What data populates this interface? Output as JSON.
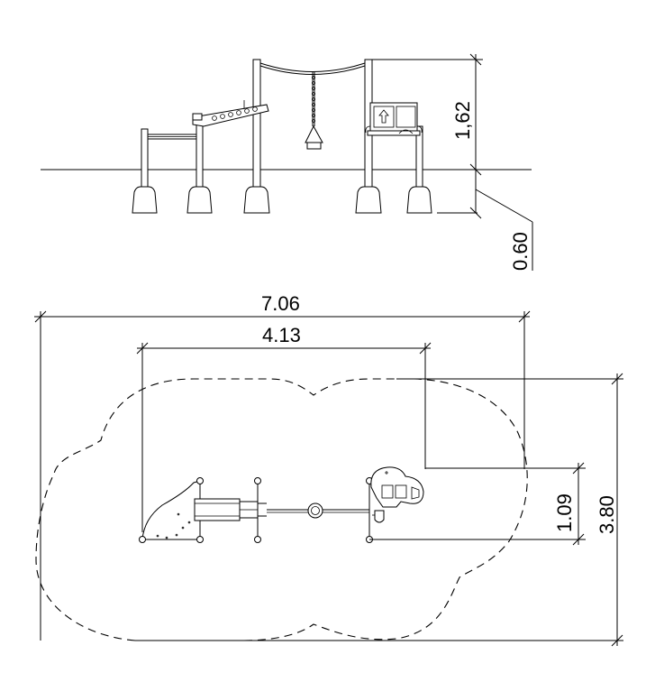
{
  "elevation_dimensions": {
    "height_above_ground": "1,62",
    "foundation_depth": "0.60"
  },
  "plan_dimensions": {
    "overall_length": "7.06",
    "equipment_length": "4.13",
    "equipment_width": "1.09",
    "overall_width": "3.80"
  }
}
